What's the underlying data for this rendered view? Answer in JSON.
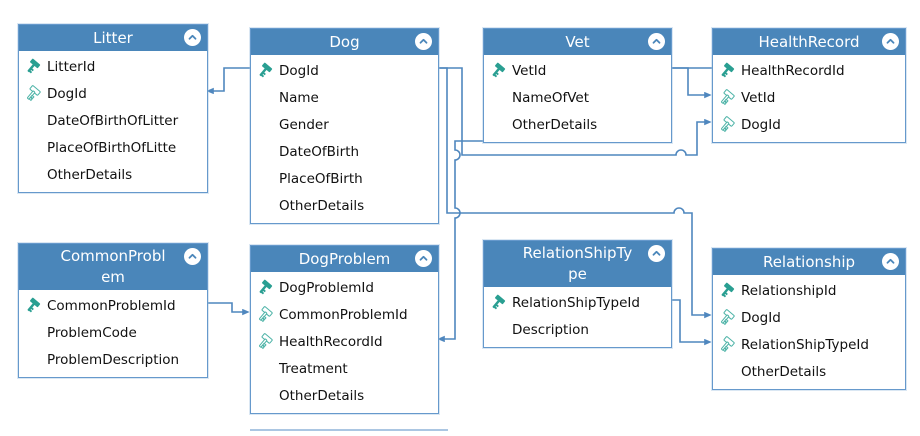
{
  "diagram": {
    "colors": {
      "header_bg": "#4a86ba",
      "header_text": "#ffffff",
      "box_border": "#6699cc",
      "connector": "#4f87be",
      "primary_key_icon": "#2a9f92",
      "foreign_key_icon": "#4db3a7",
      "row_text": "#111111"
    },
    "icons": {
      "primary_key": "filled-key",
      "foreign_key": "outline-key",
      "collapse": "chevron-up-circle"
    },
    "tables": [
      {
        "name": "Litter",
        "fields": [
          {
            "name": "LitterId",
            "key": "primary"
          },
          {
            "name": "DogId",
            "key": "foreign"
          },
          {
            "name": "DateOfBirthOfLitter",
            "key": null
          },
          {
            "name": "PlaceOfBirthOfLitte",
            "key": null
          },
          {
            "name": "OtherDetails",
            "key": null
          }
        ]
      },
      {
        "name": "Dog",
        "fields": [
          {
            "name": "DogId",
            "key": "primary"
          },
          {
            "name": "Name",
            "key": null
          },
          {
            "name": "Gender",
            "key": null
          },
          {
            "name": "DateOfBirth",
            "key": null
          },
          {
            "name": "PlaceOfBirth",
            "key": null
          },
          {
            "name": "OtherDetails",
            "key": null
          }
        ]
      },
      {
        "name": "Vet",
        "fields": [
          {
            "name": "VetId",
            "key": "primary"
          },
          {
            "name": "NameOfVet",
            "key": null
          },
          {
            "name": "OtherDetails",
            "key": null
          }
        ]
      },
      {
        "name": "HealthRecord",
        "fields": [
          {
            "name": "HealthRecordId",
            "key": "primary"
          },
          {
            "name": "VetId",
            "key": "foreign"
          },
          {
            "name": "DogId",
            "key": "foreign"
          }
        ]
      },
      {
        "name": "CommonProblem",
        "fields": [
          {
            "name": "CommonProblemId",
            "key": "primary"
          },
          {
            "name": "ProblemCode",
            "key": null
          },
          {
            "name": "ProblemDescription",
            "key": null
          }
        ]
      },
      {
        "name": "DogProblem",
        "fields": [
          {
            "name": "DogProblemId",
            "key": "primary"
          },
          {
            "name": "CommonProblemId",
            "key": "foreign"
          },
          {
            "name": "HealthRecordId",
            "key": "foreign"
          },
          {
            "name": "Treatment",
            "key": null
          },
          {
            "name": "OtherDetails",
            "key": null
          }
        ]
      },
      {
        "name": "RelationShipType",
        "fields": [
          {
            "name": "RelationShipTypeId",
            "key": "primary"
          },
          {
            "name": "Description",
            "key": null
          }
        ]
      },
      {
        "name": "Relationship",
        "fields": [
          {
            "name": "RelationshipId",
            "key": "primary"
          },
          {
            "name": "DogId",
            "key": "foreign"
          },
          {
            "name": "RelationShipTypeId",
            "key": "foreign"
          },
          {
            "name": "OtherDetails",
            "key": null
          }
        ]
      }
    ],
    "relationships": [
      {
        "from": "Dog.DogId",
        "to": "Litter.DogId"
      },
      {
        "from": "Dog.DogId",
        "to": "HealthRecord.DogId"
      },
      {
        "from": "Dog.DogId",
        "to": "Relationship.DogId"
      },
      {
        "from": "Vet.VetId",
        "to": "HealthRecord.VetId"
      },
      {
        "from": "HealthRecord.HealthRecordId",
        "to": "DogProblem.HealthRecordId"
      },
      {
        "from": "CommonProblem.CommonProblemId",
        "to": "DogProblem.CommonProblemId"
      },
      {
        "from": "RelationShipType.RelationShipTypeId",
        "to": "Relationship.RelationShipTypeId"
      }
    ]
  }
}
